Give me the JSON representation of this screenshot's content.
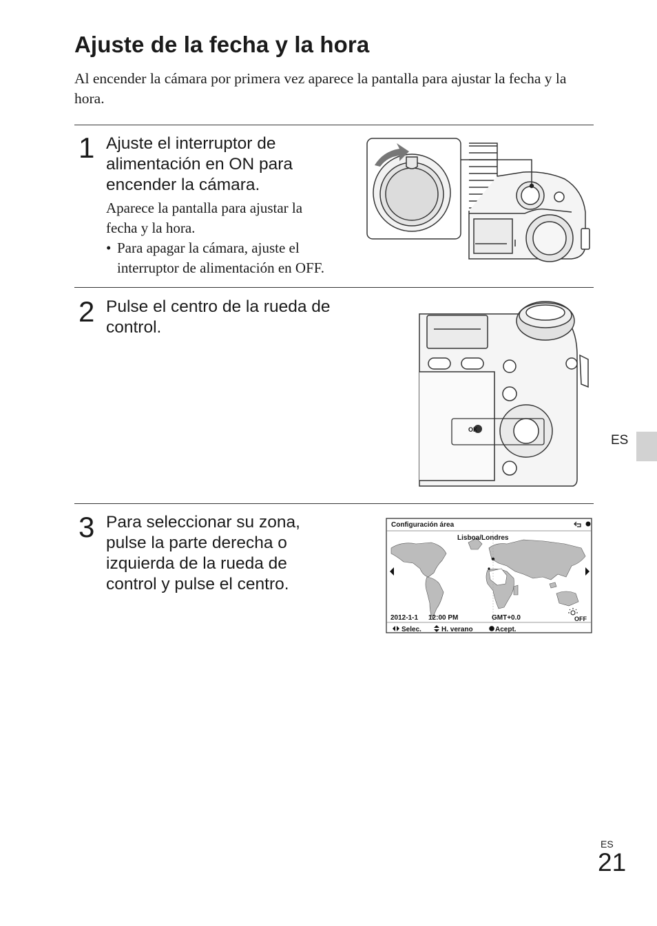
{
  "page": {
    "title": "Ajuste de la fecha y la hora",
    "intro": "Al encender la cámara por primera vez aparece la pantalla para ajustar la fecha y la hora.",
    "side_tab_label": "ES",
    "footer_lang": "ES",
    "page_number": "21"
  },
  "steps": [
    {
      "number": "1",
      "lines": [
        "Ajuste el interruptor de",
        "alimentación en ON para",
        "encender la cámara."
      ],
      "note_lines": [
        "Aparece la pantalla para ajustar la",
        "fecha y la hora."
      ],
      "bullet_lines": [
        "Para apagar la cámara, ajuste el",
        "interruptor de alimentación en OFF."
      ],
      "bullet_symbol": "•"
    },
    {
      "number": "2",
      "lines": [
        "Pulse el centro de la rueda de",
        "control."
      ],
      "ok_label": "OK"
    },
    {
      "number": "3",
      "lines": [
        "Para seleccionar su zona,",
        "pulse la parte derecha o",
        "izquierda de la rueda de",
        "control y pulse el centro."
      ]
    }
  ],
  "screen": {
    "header": "Configuración área",
    "city": "Lisboa/Londres",
    "date": "2012-1-1",
    "time": "12:00 PM",
    "gmt": "GMT+0.0",
    "dst_status": "OFF",
    "footer": {
      "select": "Selec.",
      "summer": "H. verano",
      "accept": "Acept."
    }
  },
  "colors": {
    "side_tab": "#d2d2d2",
    "map_land": "#bcbcbc",
    "map_highlight": "#ffffff"
  }
}
